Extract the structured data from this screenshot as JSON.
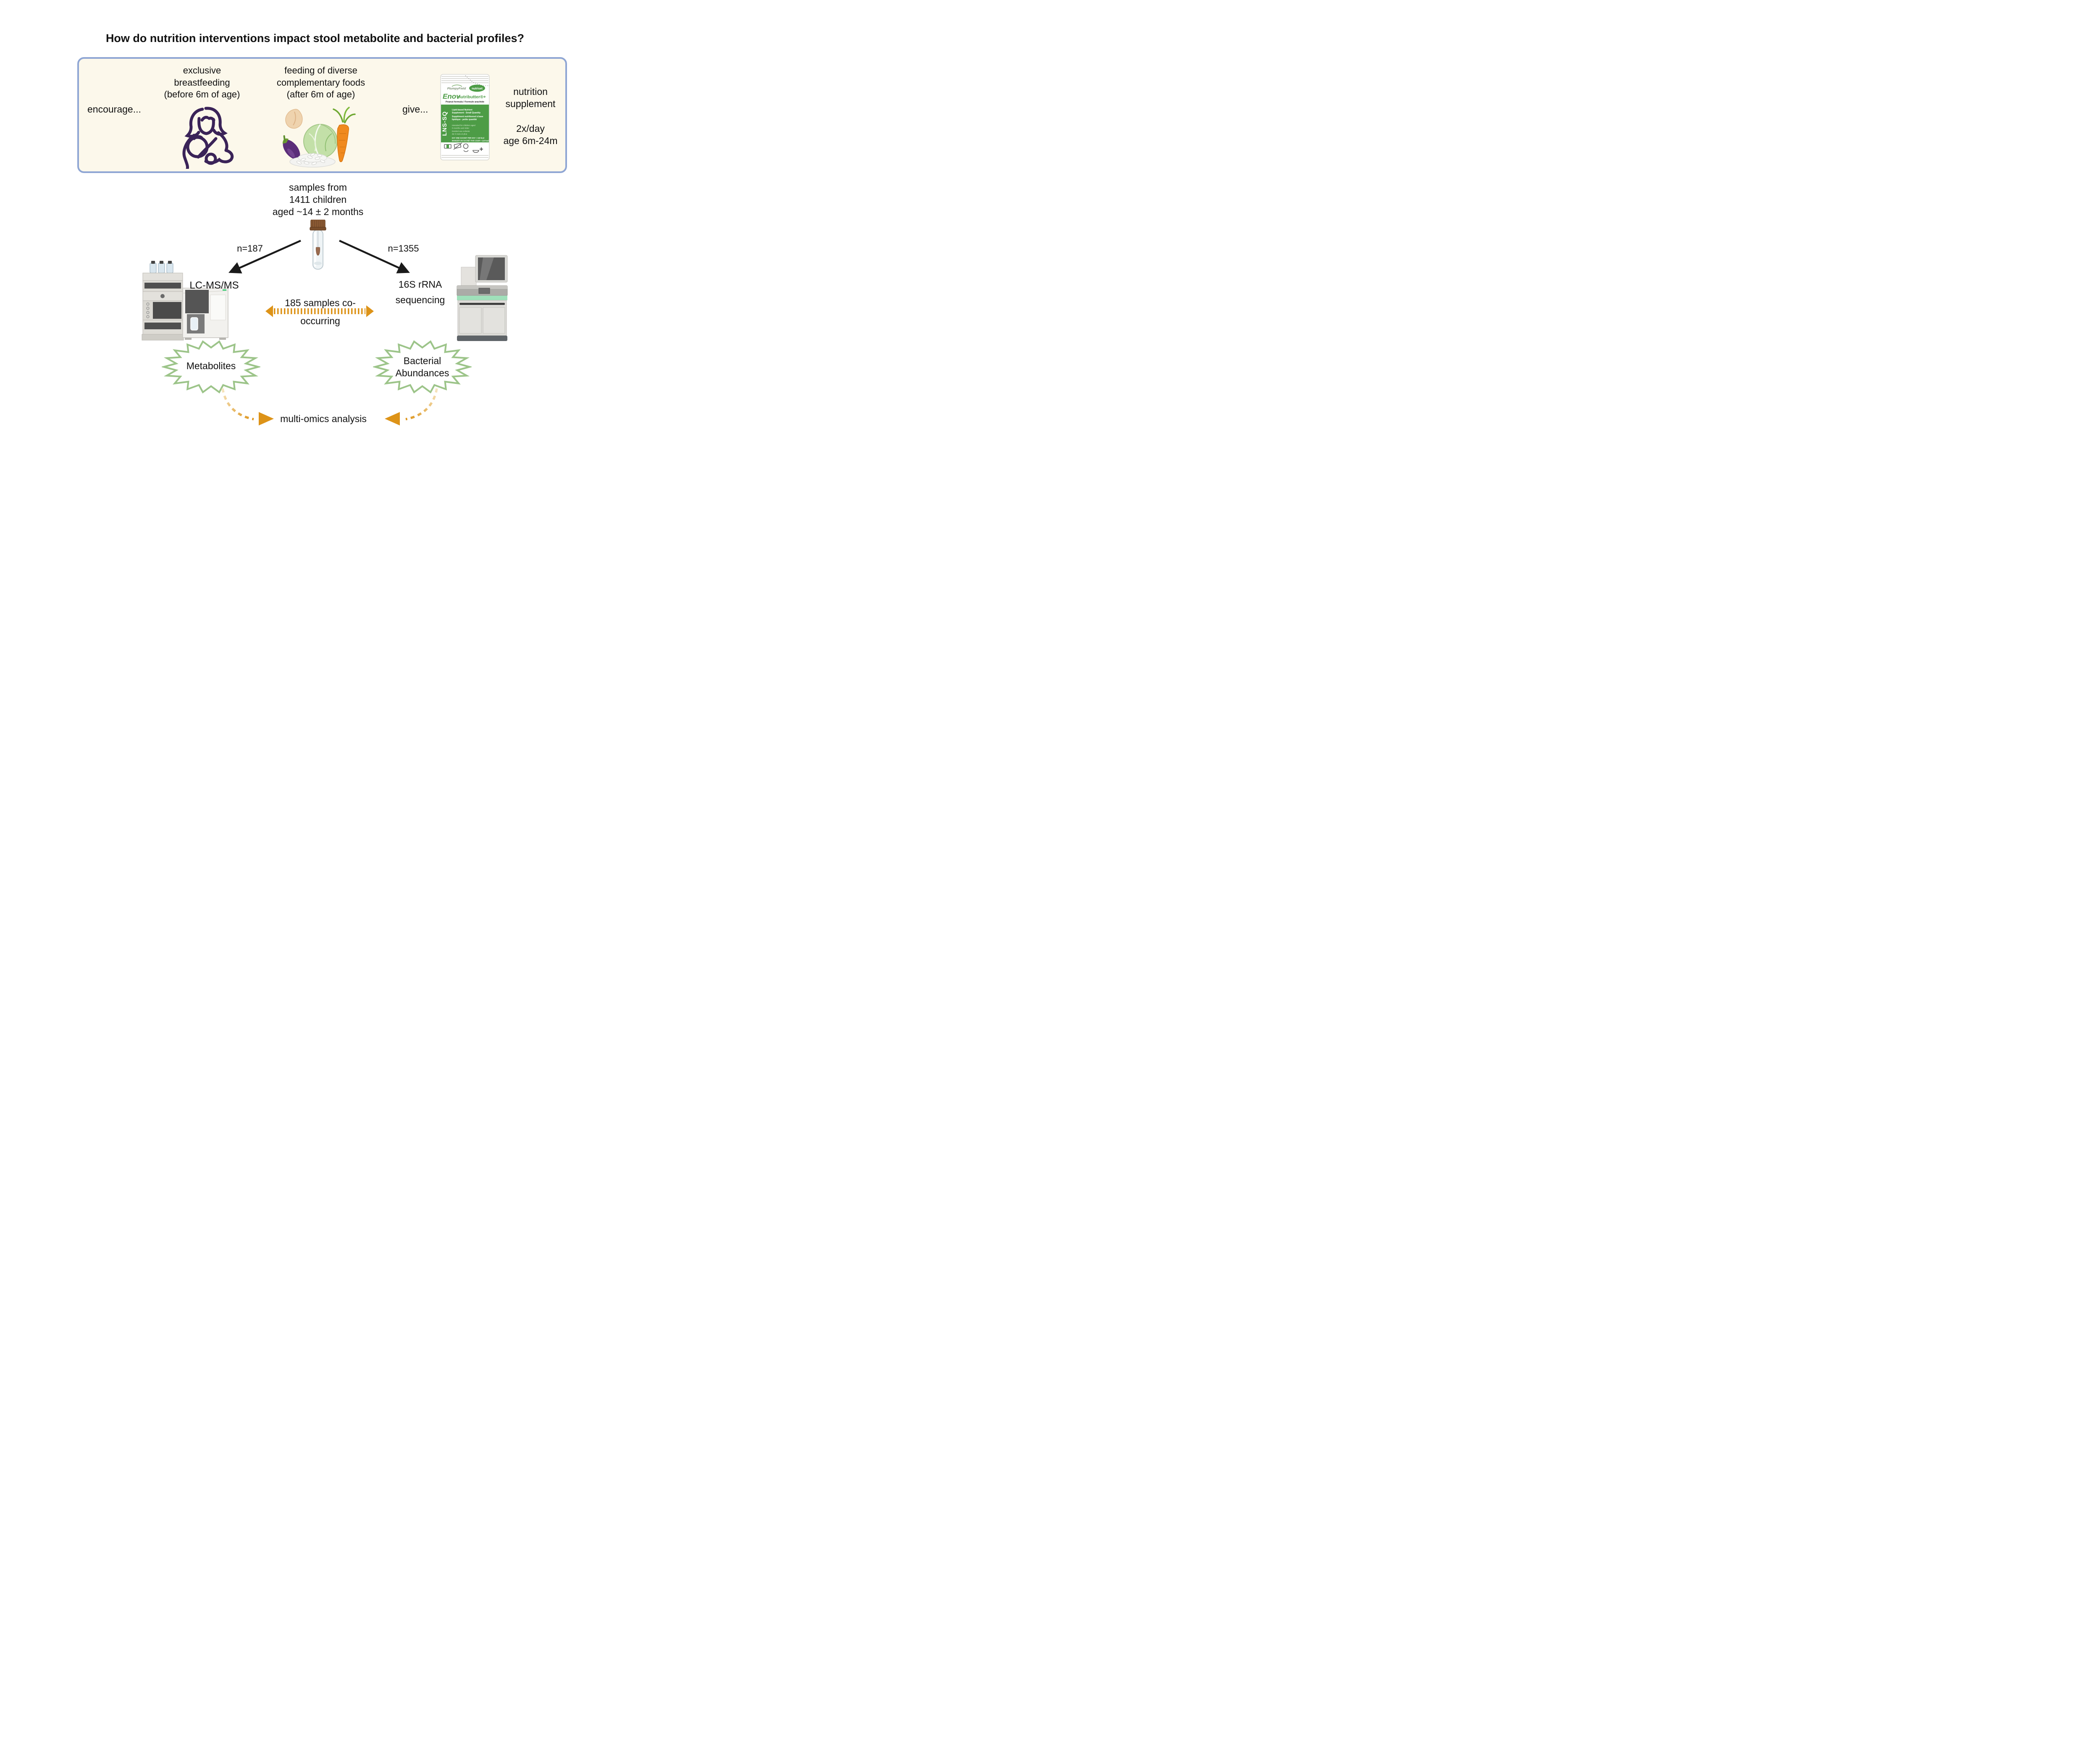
{
  "title": "How do nutrition interventions impact stool metabolite and bacterial profiles?",
  "interventions_box": {
    "encourage": "encourage...",
    "breastfeeding_title": "exclusive\nbreastfeeding\n(before 6m of age)",
    "complementary_title": "feeding of diverse\ncomplementary foods\n(after 6m of age)",
    "give": "give...",
    "supplement_title": "nutrition\nsupplement",
    "supplement_dose": "2x/day\nage 6m-24m",
    "package": {
      "brand_left": "PlumpyField",
      "brand_right": "nutriset",
      "product_script": "Enov",
      "product_name": "nutributter®+",
      "subtitle": "Peanut formula / Formule arachide",
      "side_label": "LNS-SQ",
      "desc": [
        "Lipid-based Nutrient",
        "Supplement - Small Quantity",
        "Supplément nutritionnel à base",
        "lipidique - petite quantité"
      ],
      "intended": [
        "Intended for children aged",
        "6 months and older",
        "Destiné aux enfants",
        "de 6 mois et plus"
      ],
      "dosage": [
        "EAT ONE SACHET PER DAY = 118 kcal",
        "MANGER UN SACHET PAR JOUR = 118 kcal"
      ]
    }
  },
  "samples": {
    "label": "samples from\n1411 children\naged ~14 ± 2 months"
  },
  "branches": {
    "left_n": "n=187",
    "right_n": "n=1355",
    "left_method": "LC-MS/MS",
    "right_method": "16S rRNA\nsequencing",
    "cooccurring_line1": "185 samples co-",
    "cooccurring_line2": "occurring"
  },
  "outputs": {
    "left": "Metabolites",
    "right": "Bacterial\nAbundances",
    "final": "multi-omics analysis"
  },
  "colors": {
    "accent_orange": "#DD9318",
    "green_outline": "#9CC489",
    "box_border": "#8FA6D4",
    "box_fill": "#FCF8EB",
    "package_green": "#4D9C46",
    "icon_purple": "#3A2358",
    "cap_brown": "#8A5A33",
    "arrow_black": "#1A1A1A"
  }
}
